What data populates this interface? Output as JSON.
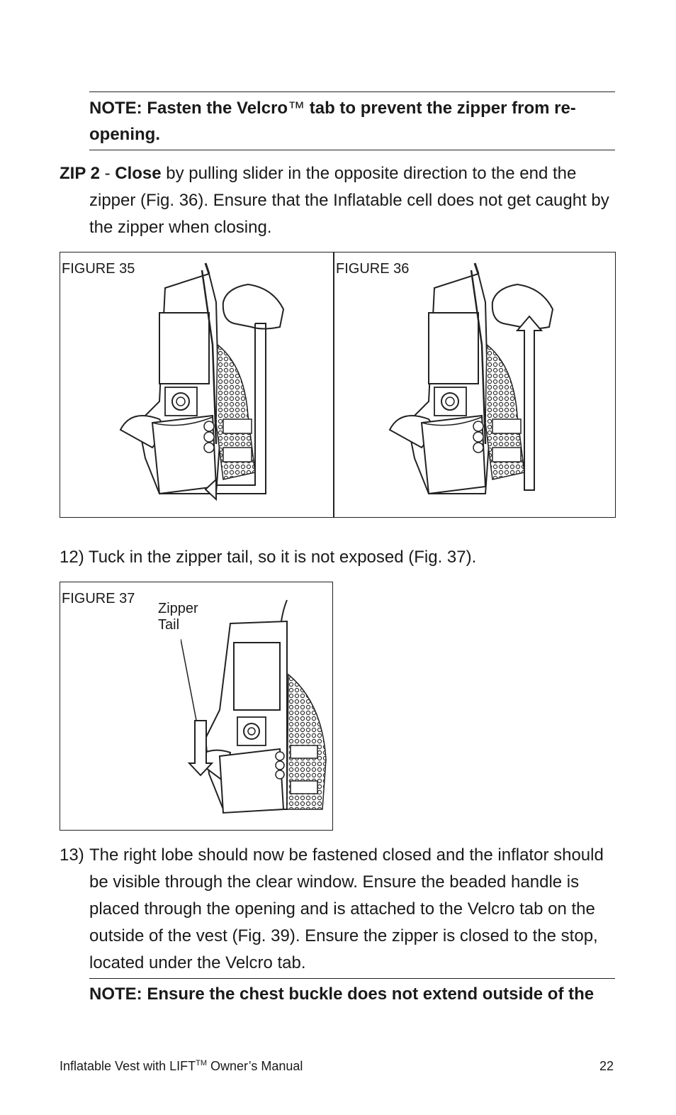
{
  "note_top": {
    "text_before_tm": "NOTE: Fasten the Velcro",
    "tm": "™",
    "text_after_tm": " tab to prevent the zipper from re-",
    "text_line2": "opening."
  },
  "zip2": {
    "label": "ZIP 2",
    "dash": " - ",
    "close": "Close",
    "line1_rest": " by pulling slider in the opposite direction to the end the",
    "line2": "zipper (Fig. 36). Ensure that the Inflatable cell does not get caught by",
    "line3": "the zipper when closing."
  },
  "figures": {
    "fig35": "FIGURE 35",
    "fig36": "FIGURE 36",
    "fig37": "FIGURE 37",
    "zipper_tail_line1": "Zipper",
    "zipper_tail_line2": "Tail"
  },
  "step12": {
    "text": "12) Tuck in the zipper tail, so it is not exposed (Fig. 37)."
  },
  "step13": {
    "num": "13)",
    "line1": "The right lobe should now be fastened closed and the inflator should",
    "line2": "be visible through the clear window. Ensure the beaded handle is",
    "line3": "placed through the opening and is attached to the Velcro tab on the",
    "line4": "outside of the vest (Fig. 39). Ensure the zipper is closed to the stop,",
    "line5": "located under the Velcro tab."
  },
  "note_bottom": {
    "text": "NOTE: Ensure the chest buckle does not extend outside of the"
  },
  "footer": {
    "title_before": "Inflatable Vest with LIFT",
    "title_sup": "TM",
    "title_after": " Owner’s Manual",
    "page_number": "22"
  }
}
